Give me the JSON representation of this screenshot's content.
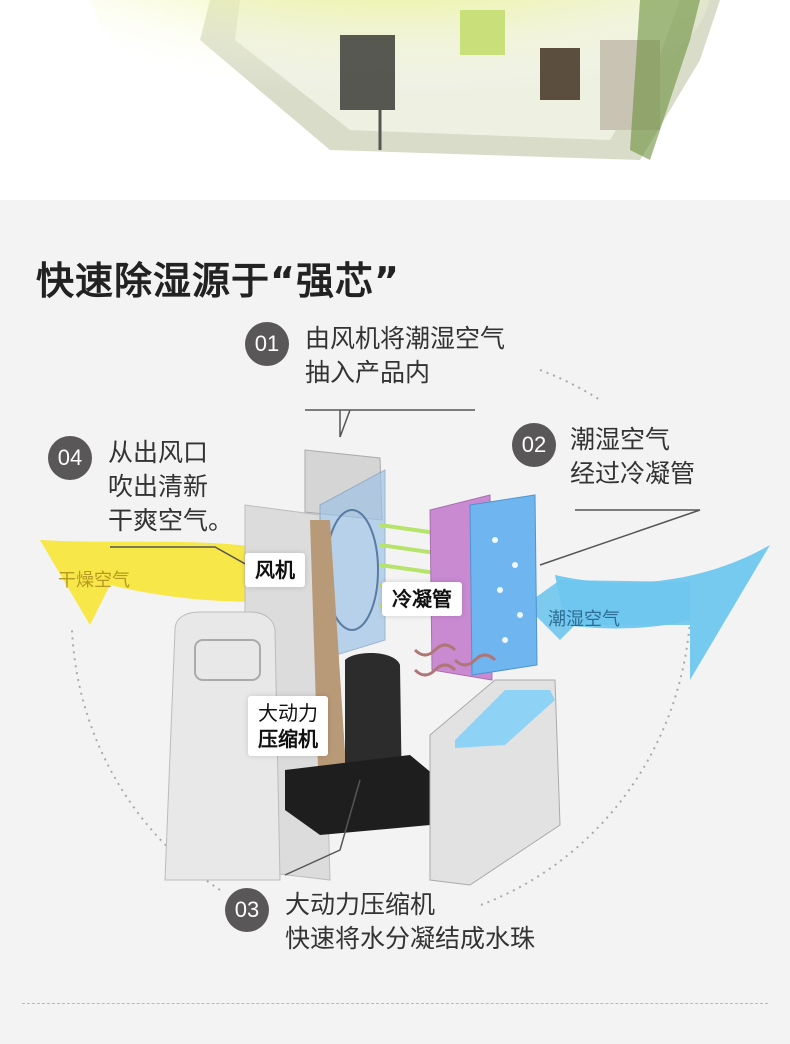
{
  "headline": "快速除湿源于“强芯”",
  "steps": [
    {
      "number": "01",
      "lines": [
        "由风机将潮湿空气",
        "抽入产品内"
      ]
    },
    {
      "number": "02",
      "lines": [
        "潮湿空气",
        "经过冷凝管"
      ]
    },
    {
      "number": "03",
      "lines": [
        "大动力压缩机",
        "快速将水分凝结成水珠"
      ]
    },
    {
      "number": "04",
      "lines": [
        "从出风口",
        "吹出清新",
        "干爽空气。"
      ]
    }
  ],
  "component_labels": {
    "fan": "风机",
    "condenser": "冷凝管",
    "compressor": [
      "大动力",
      "压缩机"
    ]
  },
  "airflow": {
    "dry_air": "干燥空气",
    "humid_air": "潮湿空气"
  },
  "colors": {
    "badge": "#595757",
    "dry_air_arrow": "#f7e63f",
    "humid_air_arrow": "#6fc6ee",
    "evaporator": "#c98ad2",
    "condenser_block": "#6fb6f0",
    "compressor": "#2c2c2c"
  }
}
